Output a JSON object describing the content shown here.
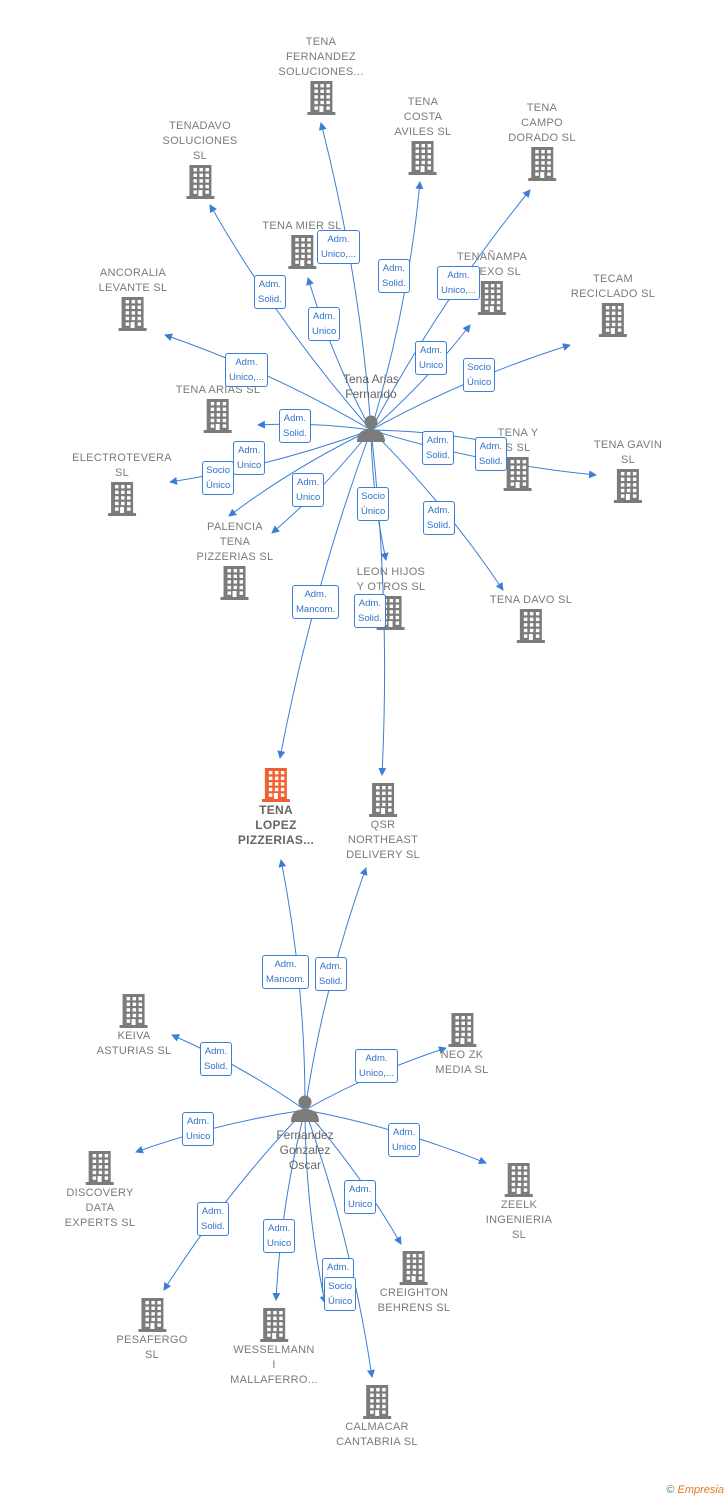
{
  "colors": {
    "edge": "#3a7fd5",
    "building": "#7b7b7b",
    "building_main": "#f06030",
    "person": "#7b7b7b"
  },
  "persons": [
    {
      "id": "tena-arias",
      "lines": [
        "Tena Arias",
        "Fernando"
      ]
    },
    {
      "id": "fernandez-gonzalez",
      "lines": [
        "Fernandez",
        "Gonzalez",
        "Oscar"
      ]
    }
  ],
  "companies": [
    {
      "id": "tena-fernandez",
      "lines": [
        "TENA",
        "FERNANDEZ",
        "SOLUCIONES..."
      ]
    },
    {
      "id": "tena-costa",
      "lines": [
        "TENA",
        "COSTA",
        "AVILES  SL"
      ]
    },
    {
      "id": "tena-campo",
      "lines": [
        "TENA",
        "CAMPO",
        "DORADO  SL"
      ]
    },
    {
      "id": "tenadavo",
      "lines": [
        "TENADAVO",
        "SOLUCIONES",
        "SL"
      ]
    },
    {
      "id": "tena-mier",
      "lines": [
        "TENA MIER  SL"
      ]
    },
    {
      "id": "tenanampa",
      "lines": [
        "TENAÑAMPA",
        "CHEXO  SL"
      ]
    },
    {
      "id": "ancoralia",
      "lines": [
        "ANCORALIA",
        "LEVANTE SL"
      ]
    },
    {
      "id": "tecam",
      "lines": [
        "TECAM",
        "RECICLADO SL"
      ]
    },
    {
      "id": "tena-arias-sl",
      "lines": [
        "TENA ARIAS  SL"
      ]
    },
    {
      "id": "tena-y",
      "lines": [
        "TENA Y",
        "S  SL"
      ]
    },
    {
      "id": "tena-gavin",
      "lines": [
        "TENA GAVIN",
        "SL"
      ]
    },
    {
      "id": "electrotevera",
      "lines": [
        "ELECTROTEVERA",
        "SL"
      ]
    },
    {
      "id": "palencia",
      "lines": [
        "PALENCIA",
        "TENA",
        "PIZZERIAS  SL"
      ]
    },
    {
      "id": "leon-hijos",
      "lines": [
        "LEON HIJOS",
        "Y OTROS  SL"
      ]
    },
    {
      "id": "tena-davo",
      "lines": [
        "TENA DAVO  SL"
      ]
    },
    {
      "id": "tena-lopez",
      "lines": [
        "TENA",
        "LOPEZ",
        "PIZZERIAS..."
      ],
      "main": true
    },
    {
      "id": "qsr",
      "lines": [
        "QSR",
        "NORTHEAST",
        "DELIVERY  SL"
      ]
    },
    {
      "id": "keiva",
      "lines": [
        "KEIVA",
        "ASTURIAS  SL"
      ]
    },
    {
      "id": "neo-zk",
      "lines": [
        "NEO ZK",
        "MEDIA  SL"
      ]
    },
    {
      "id": "discovery",
      "lines": [
        "DISCOVERY",
        "DATA",
        "EXPERTS  SL"
      ]
    },
    {
      "id": "zeelk",
      "lines": [
        "ZEELK",
        "INGENIERIA",
        "SL"
      ]
    },
    {
      "id": "creighton",
      "lines": [
        "CREIGHTON",
        "BEHRENS  SL"
      ]
    },
    {
      "id": "pesafergo",
      "lines": [
        "PESAFERGO",
        "SL"
      ]
    },
    {
      "id": "wesselmann",
      "lines": [
        "WESSELMANN",
        "I",
        "MALLAFERRO..."
      ]
    },
    {
      "id": "calmacar",
      "lines": [
        "CALMACAR",
        "CANTABRIA  SL"
      ]
    }
  ],
  "relations": [
    {
      "lines": [
        "Adm.",
        "Unico,..."
      ]
    },
    {
      "lines": [
        "Adm.",
        "Solid."
      ]
    },
    {
      "lines": [
        "Adm.",
        "Solid."
      ]
    },
    {
      "lines": [
        "Adm.",
        "Unico"
      ]
    },
    {
      "lines": [
        "Adm.",
        "Unico,..."
      ]
    },
    {
      "lines": [
        "Adm.",
        "Unico"
      ]
    },
    {
      "lines": [
        "Adm.",
        "Unico,..."
      ]
    },
    {
      "lines": [
        "Socio",
        "Único"
      ]
    },
    {
      "lines": [
        "Adm.",
        "Solid."
      ]
    },
    {
      "lines": [
        "Adm.",
        "Solid."
      ]
    },
    {
      "lines": [
        "Adm.",
        "Solid."
      ]
    },
    {
      "lines": [
        "Adm.",
        "Unico"
      ]
    },
    {
      "lines": [
        "Socio",
        "Único"
      ]
    },
    {
      "lines": [
        "Adm.",
        "Unico"
      ]
    },
    {
      "lines": [
        "Socio",
        "Único"
      ]
    },
    {
      "lines": [
        "Adm.",
        "Solid."
      ]
    },
    {
      "lines": [
        "Adm.",
        "Mancom."
      ]
    },
    {
      "lines": [
        "Adm.",
        "Solid."
      ]
    },
    {
      "lines": [
        "Adm.",
        "Mancom."
      ]
    },
    {
      "lines": [
        "Adm.",
        "Solid."
      ]
    },
    {
      "lines": [
        "Adm.",
        "Solid."
      ]
    },
    {
      "lines": [
        "Adm.",
        "Unico,..."
      ]
    },
    {
      "lines": [
        "Adm.",
        "Unico"
      ]
    },
    {
      "lines": [
        "Adm.",
        "Unico"
      ]
    },
    {
      "lines": [
        "Adm.",
        "Solid."
      ]
    },
    {
      "lines": [
        "Adm.",
        "Unico"
      ]
    },
    {
      "lines": [
        "Adm.",
        "Unico"
      ]
    },
    {
      "lines": [
        "Adm.",
        "Unico"
      ]
    },
    {
      "lines": [
        "Socio",
        "Único"
      ]
    }
  ],
  "brand": {
    "copyright": "©",
    "name": "Empresia"
  }
}
